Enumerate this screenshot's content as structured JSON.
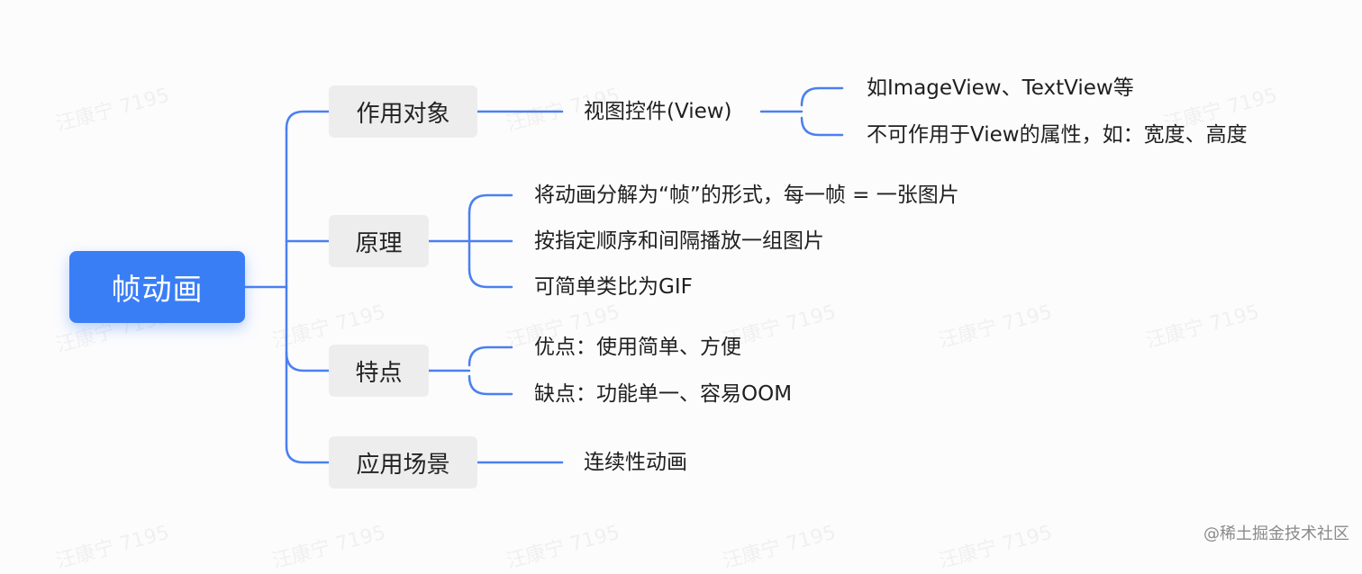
{
  "root": {
    "label": "帧动画"
  },
  "branches": [
    {
      "label": "作用对象",
      "children": [
        {
          "label": "视图控件(View)",
          "children": [
            "如ImageView、TextView等",
            "不可作用于View的属性，如：宽度、高度"
          ]
        }
      ]
    },
    {
      "label": "原理",
      "children": [
        "将动画分解为“帧”的形式，每一帧 = 一张图片",
        "按指定顺序和间隔播放一组图片",
        "可简单类比为GIF"
      ]
    },
    {
      "label": "特点",
      "children": [
        "优点：使用简单、方便",
        "缺点：功能单一、容易OOM"
      ]
    },
    {
      "label": "应用场景",
      "children": [
        "连续性动画"
      ]
    }
  ],
  "watermark": {
    "text": "汪康宁 7195"
  },
  "footer": {
    "text": "@稀土掘金技术社区"
  },
  "colors": {
    "accent": "#3a7ef6",
    "branch_bg": "#ededee",
    "line": "#4a80f0"
  }
}
